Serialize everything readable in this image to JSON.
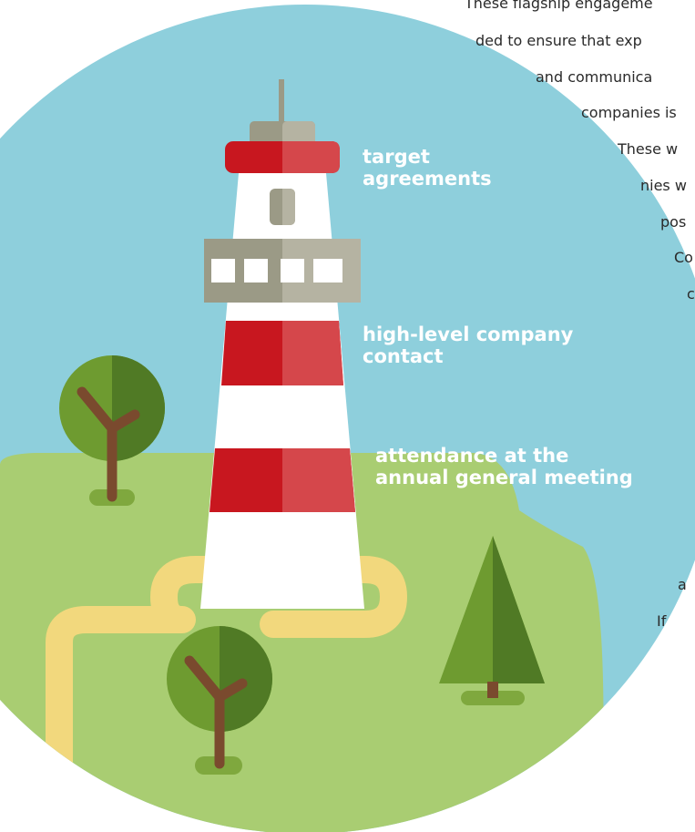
{
  "labels": {
    "target_1": "target",
    "target_2": "agreements",
    "contact_1": "high-level company",
    "contact_2": "contact",
    "agm_1": "attendance at the",
    "agm_2": "annual general meeting"
  },
  "body_text_lines": [
    "These flagship engageme",
    "ded to ensure that exp",
    "and communica",
    "companies is",
    "These w",
    "nies w",
    "pos",
    "Co",
    "c",
    "a",
    "If"
  ],
  "colors": {
    "sky": "#8ecfdc",
    "grass": "#a9cd72",
    "path": "#f2d87d",
    "red": "#c8171f",
    "red_light": "#d5474b",
    "grey": "#9b9a86",
    "grey_light": "#b5b3a2",
    "tree_light": "#6e9b30",
    "tree_dark": "#507a25",
    "trunk": "#7a4a2e"
  },
  "icons": {
    "lighthouse": "lighthouse-icon",
    "tree_left": "deciduous-tree-icon",
    "tree_bottom": "deciduous-tree-icon",
    "tree_right": "pine-tree-icon"
  }
}
